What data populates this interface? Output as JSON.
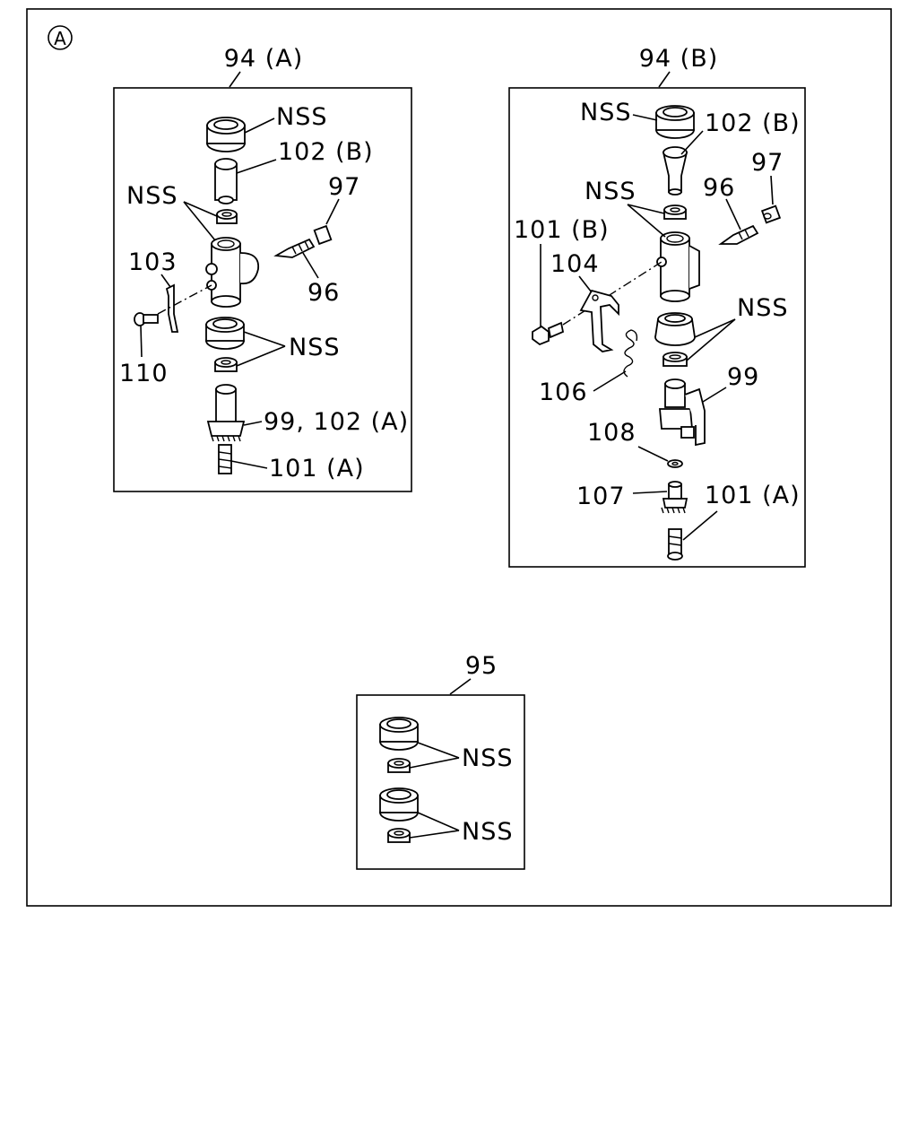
{
  "diagram": {
    "view_marker": "A",
    "groups": [
      {
        "id": "94A",
        "title": "94 (A)",
        "labels": [
          "NSS",
          "102 (B)",
          "NSS",
          "97",
          "103",
          "96",
          "NSS",
          "110",
          "99, 102 (A)",
          "101 (A)"
        ]
      },
      {
        "id": "94B",
        "title": "94 (B)",
        "labels": [
          "NSS",
          "102 (B)",
          "97",
          "NSS",
          "96",
          "101 (B)",
          "104",
          "NSS",
          "106",
          "99",
          "108",
          "107",
          "101 (A)"
        ]
      },
      {
        "id": "95",
        "title": "95",
        "labels": [
          "NSS",
          "NSS"
        ]
      }
    ]
  }
}
